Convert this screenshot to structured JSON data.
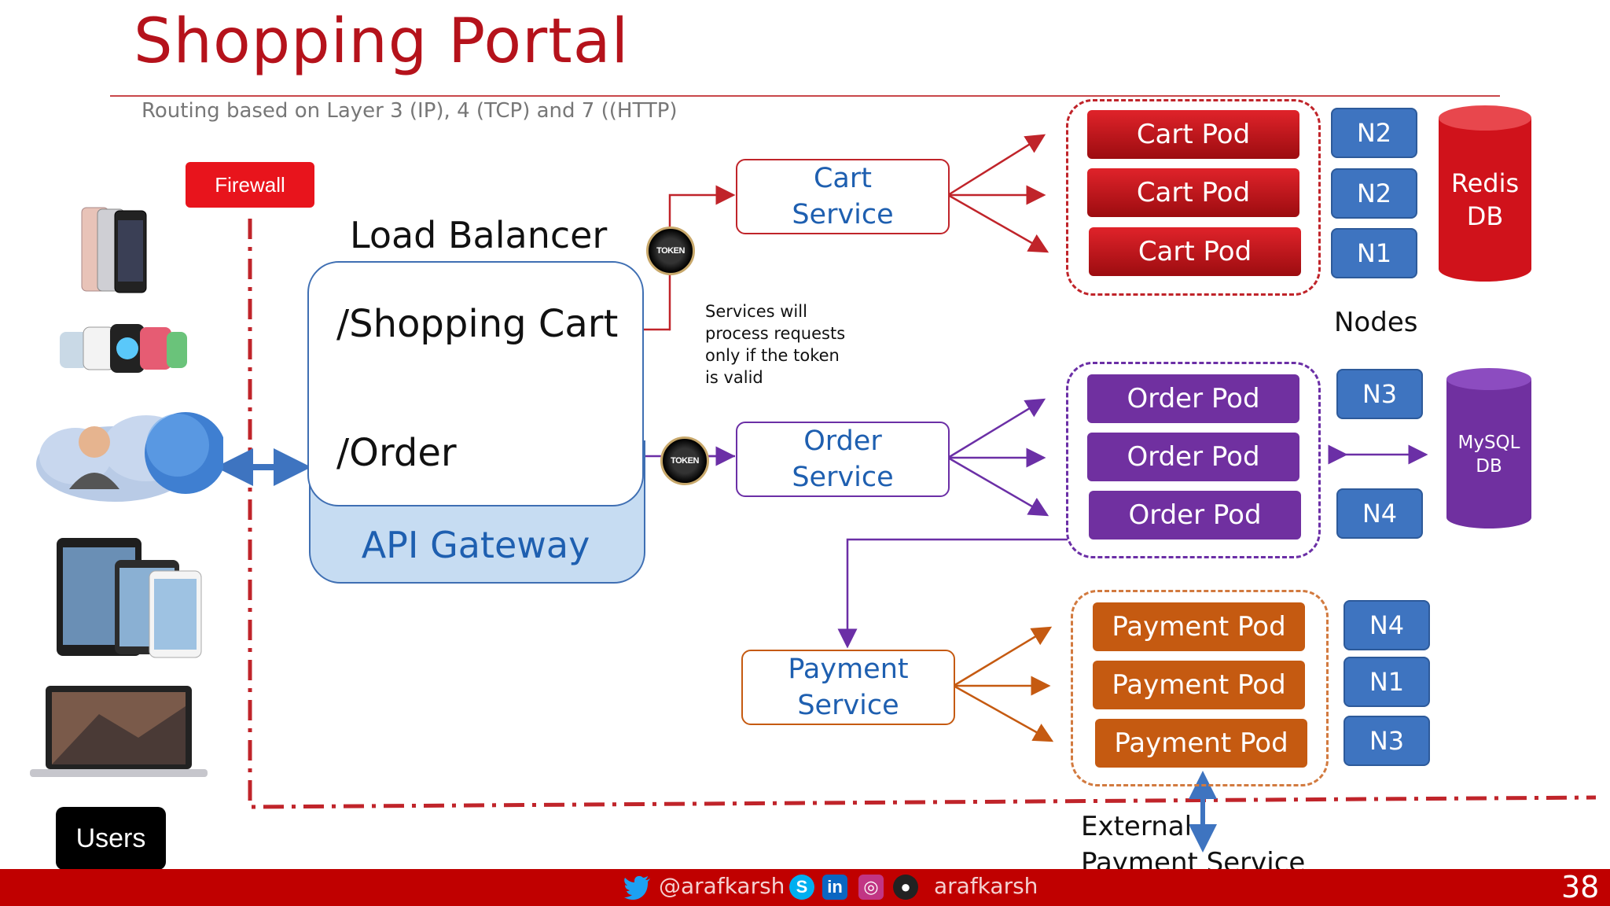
{
  "slide": {
    "title": "Shopping Portal",
    "subtitle": "Routing based on Layer 3 (IP), 4 (TCP) and 7 ((HTTP)",
    "page_number": "38"
  },
  "firewall": {
    "label": "Firewall"
  },
  "load_balancer": {
    "label": "Load Balancer"
  },
  "gateway": {
    "label": "API Gateway",
    "routes": [
      "/Shopping Cart",
      "/Order"
    ]
  },
  "token": {
    "label": "TOKEN"
  },
  "note": {
    "lines": [
      "Services will",
      "process requests",
      "only if the token",
      "is valid"
    ]
  },
  "services": {
    "cart": [
      "Cart",
      "Service"
    ],
    "order": [
      "Order",
      "Service"
    ],
    "payment": [
      "Payment",
      "Service"
    ]
  },
  "pods": {
    "cart": [
      "Cart Pod",
      "Cart Pod",
      "Cart Pod"
    ],
    "order": [
      "Order Pod",
      "Order Pod",
      "Order Pod"
    ],
    "payment": [
      "Payment Pod",
      "Payment Pod",
      "Payment Pod"
    ]
  },
  "nodes": {
    "label": "Nodes",
    "cart": [
      "N2",
      "N2",
      "N1"
    ],
    "order": [
      "N3",
      "N4"
    ],
    "payment": [
      "N4",
      "N1",
      "N3"
    ]
  },
  "databases": {
    "redis": [
      "Redis",
      "DB"
    ],
    "mysql": [
      "MySQL",
      "DB"
    ]
  },
  "users": {
    "label": "Users"
  },
  "external": {
    "lines": [
      "External",
      "Payment Service"
    ]
  },
  "footer": {
    "handle": "@arafkarsh",
    "name": "arafkarsh"
  },
  "colors": {
    "brand_red": "#c00000",
    "cart": "#c0242a",
    "order": "#7030a0",
    "payment": "#c55a11",
    "node": "#3e74c0",
    "gateway": "#c6dcf2",
    "link_blue": "#1e5fb0"
  }
}
